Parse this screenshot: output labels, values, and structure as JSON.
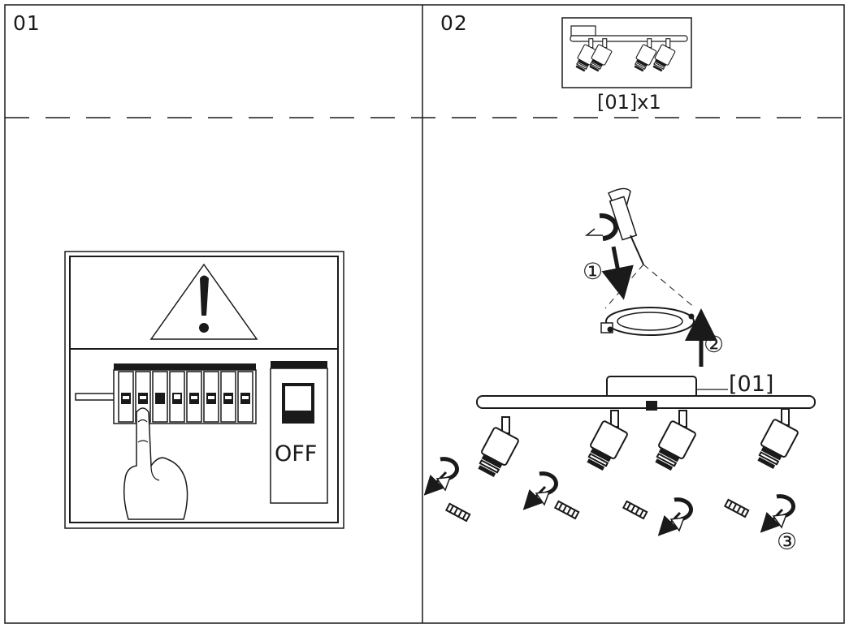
{
  "steps": [
    {
      "number": "01"
    },
    {
      "number": "02"
    }
  ],
  "panel1": {
    "switch_label": "OFF",
    "warning_glyph": "!"
  },
  "panel2": {
    "parts_label": "[01]x1",
    "part_callout": "[01]",
    "sequence_markers": [
      "①",
      "②",
      "③"
    ]
  },
  "icons": [
    "warning-triangle-icon",
    "circuit-breaker-icon",
    "hand-pointer-icon",
    "screwdriver-icon",
    "rotate-arrow-icon"
  ],
  "colors": {
    "line": "#1a1a1a",
    "fill": "#ffffff"
  }
}
